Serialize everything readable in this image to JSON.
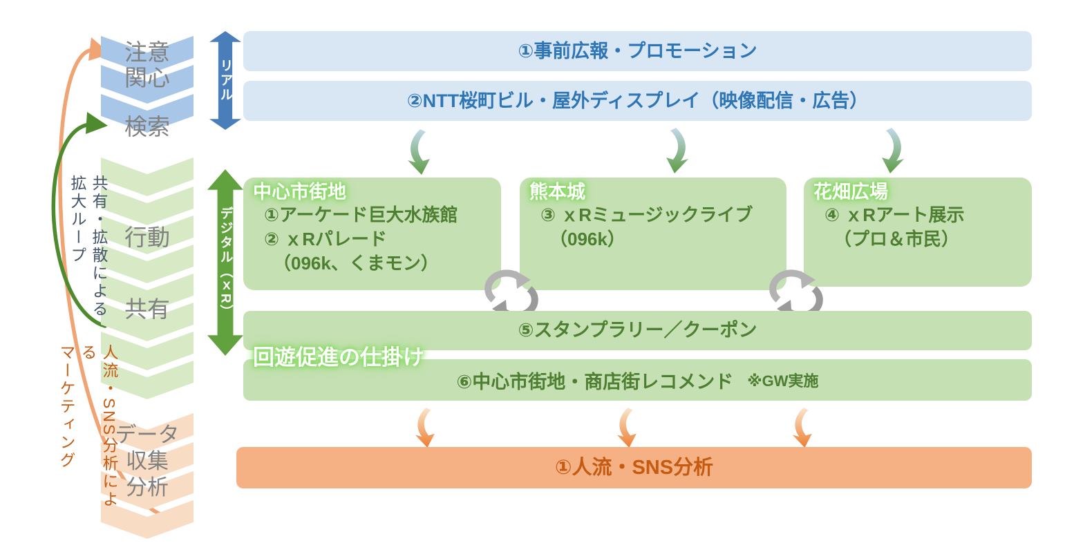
{
  "funnel": {
    "stage1_line1": "注意",
    "stage1_line2": "関心",
    "stage2": "検索",
    "stage3": "行動",
    "stage4": "共有",
    "stage5_line1": "データ",
    "stage5_line2": "収集",
    "stage5_line3": "分析"
  },
  "channels": {
    "real": "リアル",
    "digital": "デジタル（ｘR）"
  },
  "loops": {
    "share": {
      "line1": "共有・拡散による",
      "line2": "拡大ループ"
    },
    "marketing": {
      "line1": "人流・SNS分析による",
      "line2": "マーケティング"
    }
  },
  "real_bars": [
    {
      "label": "①事前広報・プロモーション"
    },
    {
      "label": "②NTT桜町ビル・屋外ディスプレイ（映像配信・広告）"
    }
  ],
  "venues": [
    {
      "name": "中心市街地",
      "lines": [
        "①アーケード巨大水族館",
        "② ｘRパレード",
        "　（096k、くまモン）"
      ]
    },
    {
      "name": "熊本城",
      "lines": [
        "③ ｘRミュージックライブ",
        "　（096k）"
      ]
    },
    {
      "name": "花畑広場",
      "lines": [
        "④ ｘRアート展示",
        "　（プロ＆市民）"
      ]
    }
  ],
  "promo": {
    "caption": "回遊促進の仕掛け",
    "bar5": "⑤スタンプラリー／クーポン",
    "bar6": "⑥中心市街地・商店街レコメンド",
    "bar6_note": "※GW実施"
  },
  "analysis": {
    "bar": "①人流・SNS分析"
  },
  "colors": {
    "real_bar_fill": "#d9e6f4",
    "real_text": "#2e75b6",
    "real_arrow": "#4a7ebb",
    "digital_fill": "#c5e0b2",
    "digital_text": "#4e7e32",
    "digital_arrow": "#61a23e",
    "analysis_fill": "#f5b183",
    "analysis_text": "#c55a11",
    "chevron_blue": "#a8c6e8",
    "chevron_green": "#d7e9c5",
    "chevron_orange": "#f9dcc4",
    "chevron_label_gray": "#808080",
    "loop_green": "#4e8a2e",
    "loop_orange": "#f0a474",
    "share_loop_text": "#44546a",
    "cycle_gray": "#a6a6a6",
    "glow_green": "#7ed957"
  }
}
